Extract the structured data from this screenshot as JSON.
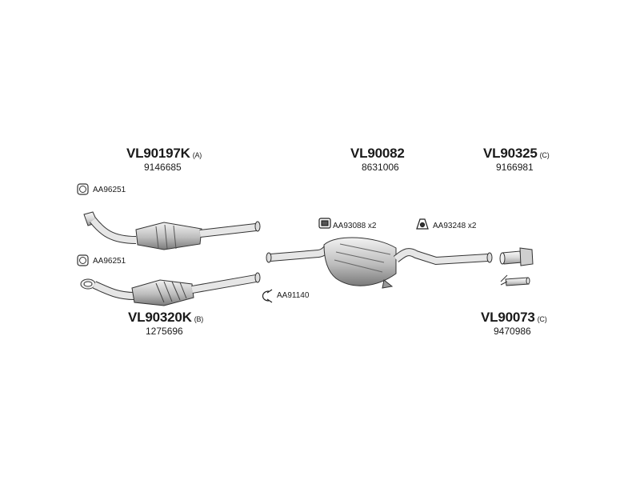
{
  "parts": [
    {
      "code": "VL90197K",
      "tag": "(A)",
      "number": "9146685"
    },
    {
      "code": "VL90082",
      "tag": "",
      "number": "8631006"
    },
    {
      "code": "VL90325",
      "tag": "(C)",
      "number": "9166981"
    },
    {
      "code": "VL90320K",
      "tag": "(B)",
      "number": "1275696"
    },
    {
      "code": "VL90073",
      "tag": "(C)",
      "number": "9470986"
    }
  ],
  "accessories": [
    {
      "label": "AA96251"
    },
    {
      "label": "AA96251"
    },
    {
      "label": "AA93088 x2"
    },
    {
      "label": "AA93248 x2"
    },
    {
      "label": "AA91140"
    }
  ]
}
